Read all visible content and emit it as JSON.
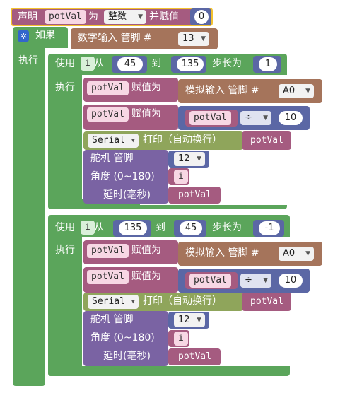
{
  "colors": {
    "variable": "#a55b80",
    "loop": "#5ba55b",
    "io": "#a5745b",
    "math": "#5b67a5",
    "serial": "#8fa55b",
    "servo": "#7a63a3"
  },
  "declare": {
    "label": "声明",
    "var_name": "potVal",
    "as": "为",
    "type": "整数",
    "assign": "并赋值",
    "value": "0"
  },
  "if_block": {
    "label": "如果",
    "settings_icon": "gear-icon",
    "cond_label": "数字输入 管脚 #",
    "pin": "13",
    "do_label": "执行"
  },
  "loops": [
    {
      "use": "使用",
      "var": "i",
      "from": "从",
      "start": "45",
      "to": "到",
      "end": "135",
      "step_label": "步长为",
      "step": "1",
      "do": "执行",
      "assign1": {
        "var": "potVal",
        "label": "赋值为",
        "analog_label": "模拟输入 管脚 #",
        "pin": "A0"
      },
      "assign2": {
        "var": "potVal",
        "label": "赋值为",
        "inner_var": "potVal",
        "op": "÷",
        "divisor": "10"
      },
      "serial": {
        "name": "Serial",
        "label": "打印（自动换行）",
        "var": "potVal"
      },
      "servo": {
        "label": "舵机 管脚",
        "pin": "12",
        "angle_label": "角度 (0~180)",
        "angle_var": "i",
        "delay_label": "延时(毫秒)",
        "delay_var": "potVal"
      }
    },
    {
      "use": "使用",
      "var": "i",
      "from": "从",
      "start": "135",
      "to": "到",
      "end": "45",
      "step_label": "步长为",
      "step": "-1",
      "do": "执行",
      "assign1": {
        "var": "potVal",
        "label": "赋值为",
        "analog_label": "模拟输入 管脚 #",
        "pin": "A0"
      },
      "assign2": {
        "var": "potVal",
        "label": "赋值为",
        "inner_var": "potVal",
        "op": "÷",
        "divisor": "10"
      },
      "serial": {
        "name": "Serial",
        "label": "打印（自动换行）",
        "var": "potVal"
      },
      "servo": {
        "label": "舵机 管脚",
        "pin": "12",
        "angle_label": "角度 (0~180)",
        "angle_var": "i",
        "delay_label": "延时(毫秒)",
        "delay_var": "potVal"
      }
    }
  ]
}
